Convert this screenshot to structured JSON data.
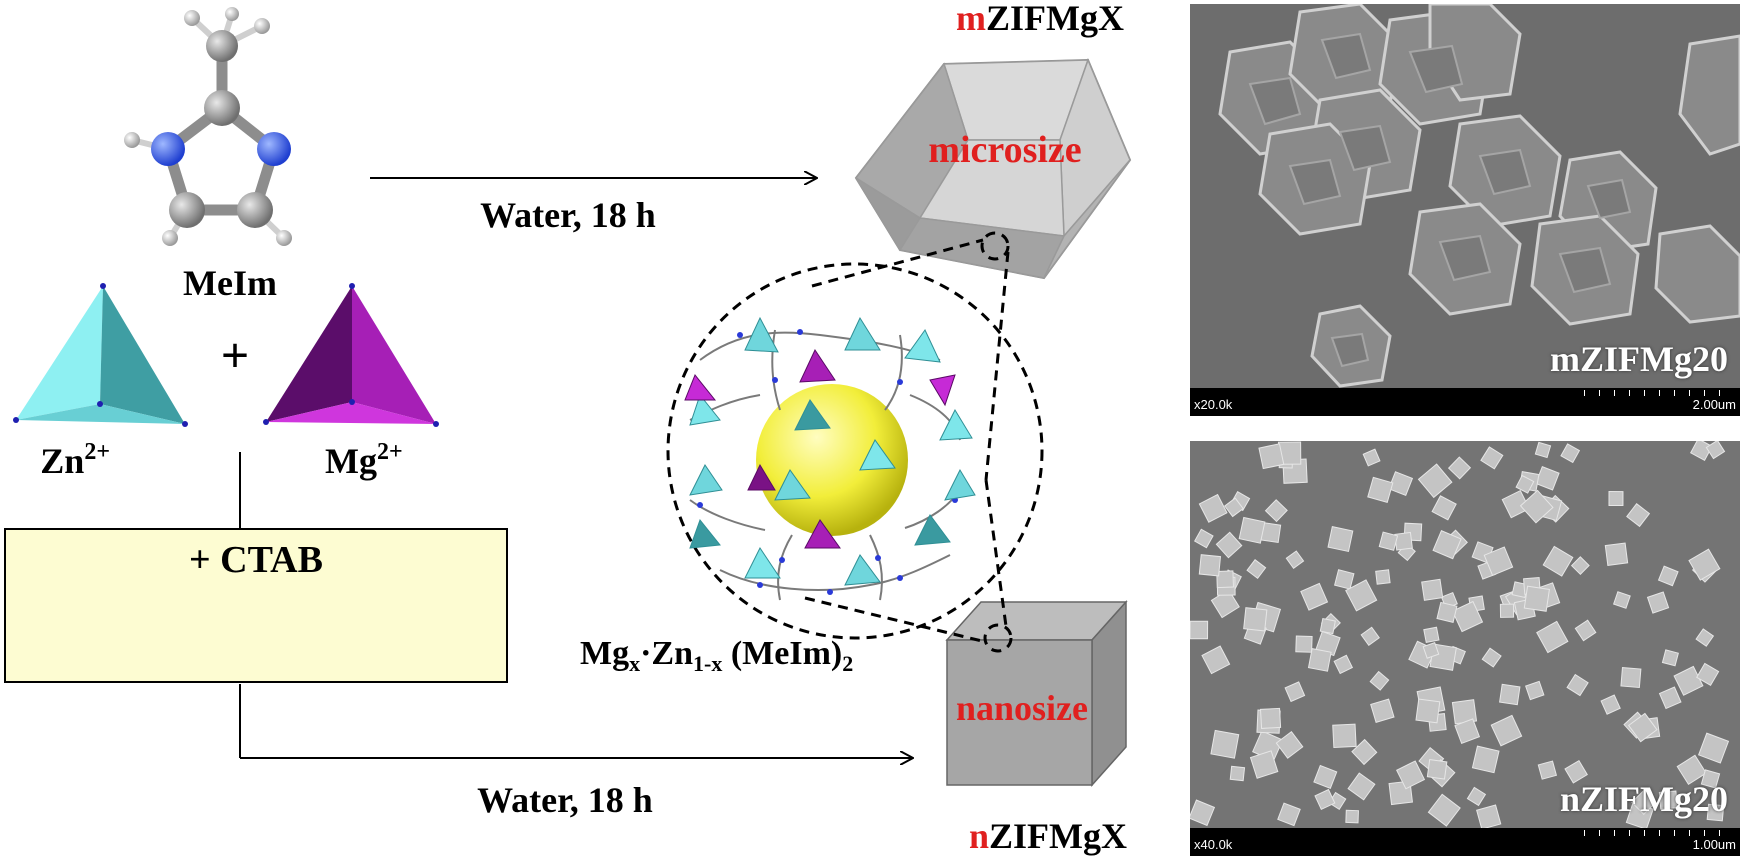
{
  "labels": {
    "meim": "MeIm",
    "zn_base": "Zn",
    "zn_sup": "2+",
    "mg_base": "Mg",
    "mg_sup": "2+",
    "plus": "+",
    "ctab": "+ CTAB",
    "water_top": "Water, 18 h",
    "water_bottom": "Water, 18 h",
    "m_prefix": "m",
    "m_rest": "ZIFMgX",
    "n_prefix": "n",
    "n_rest": "ZIFMgX",
    "microsize": "microsize",
    "nanosize": "nanosize",
    "formula_mg": "Mg",
    "formula_x": "x",
    "formula_dot": "·Zn",
    "formula_1x": "1-x",
    "formula_meim": " (MeIm)",
    "formula_2": "2"
  },
  "sem_top": {
    "name": "mZIFMg20",
    "mag": "x20.0k",
    "scale": "2.00um"
  },
  "sem_bottom": {
    "name": "nZIFMg20",
    "mag": "x40.0k",
    "scale": "1.00um"
  },
  "colors": {
    "highlight_red": "#e0201f",
    "cyan": "#7ee6ea",
    "teal": "#3a9aa0",
    "magenta": "#a71fb6",
    "purple": "#6a0f78",
    "yellow_sphere": "#f2ee3a",
    "ctab_fill": "#fdfcd2"
  }
}
